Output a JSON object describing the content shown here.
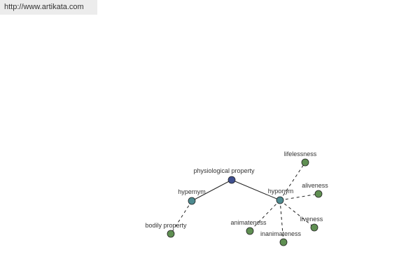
{
  "watermark": {
    "text": "http://www.artikata.com"
  },
  "colors": {
    "root": "#3f4f8f",
    "relation": "#4d8a8f",
    "term": "#5f8f52",
    "edge": "#222222",
    "label": "#333333"
  },
  "nodes": {
    "physiological_property": {
      "label": "physiological property",
      "kind": "root"
    },
    "hypernym": {
      "label": "hypernym",
      "kind": "relation"
    },
    "hyponym": {
      "label": "hyponym",
      "kind": "relation"
    },
    "bodily_property": {
      "label": "bodily property",
      "kind": "term"
    },
    "lifelessness": {
      "label": "lifelessness",
      "kind": "term"
    },
    "aliveness": {
      "label": "aliveness",
      "kind": "term"
    },
    "liveness": {
      "label": "liveness",
      "kind": "term"
    },
    "animateness": {
      "label": "animateness",
      "kind": "term"
    },
    "inanimateness": {
      "label": "inanimateness",
      "kind": "term"
    }
  },
  "edges": [
    {
      "from": "physiological_property",
      "to": "hypernym",
      "style": "solid"
    },
    {
      "from": "physiological_property",
      "to": "hyponym",
      "style": "solid"
    },
    {
      "from": "hypernym",
      "to": "bodily_property",
      "style": "dashed"
    },
    {
      "from": "hyponym",
      "to": "lifelessness",
      "style": "dashed"
    },
    {
      "from": "hyponym",
      "to": "aliveness",
      "style": "dashed"
    },
    {
      "from": "hyponym",
      "to": "liveness",
      "style": "dashed"
    },
    {
      "from": "hyponym",
      "to": "animateness",
      "style": "dashed"
    },
    {
      "from": "hyponym",
      "to": "inanimateness",
      "style": "dashed"
    }
  ]
}
